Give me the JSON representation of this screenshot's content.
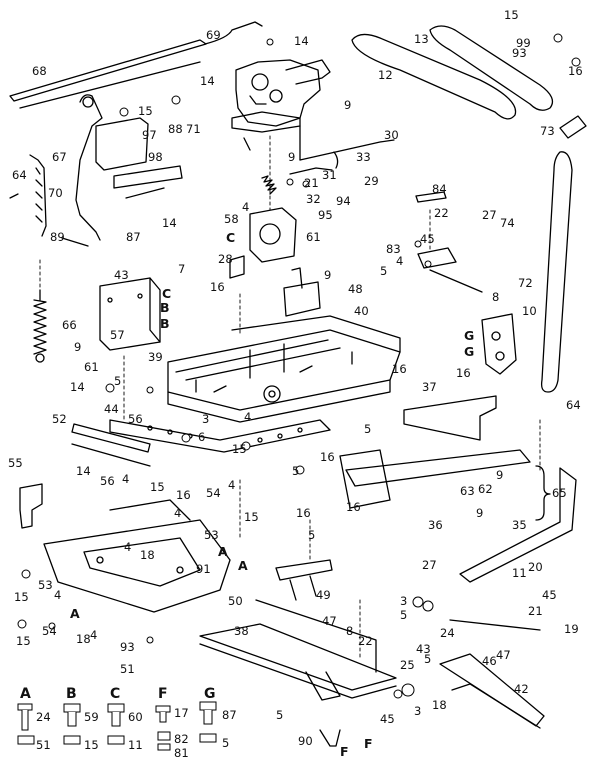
{
  "callouts": [
    {
      "id": "c69",
      "text": "69"
    },
    {
      "id": "c14a",
      "text": "14"
    },
    {
      "id": "c15a",
      "text": "15"
    },
    {
      "id": "c13",
      "text": "13"
    },
    {
      "id": "c99",
      "text": "99"
    },
    {
      "id": "c93a",
      "text": "93"
    },
    {
      "id": "c16a",
      "text": "16"
    },
    {
      "id": "c68",
      "text": "68"
    },
    {
      "id": "c12",
      "text": "12"
    },
    {
      "id": "c14b",
      "text": "14"
    },
    {
      "id": "c15b",
      "text": "15"
    },
    {
      "id": "c88",
      "text": "88"
    },
    {
      "id": "c71",
      "text": "71"
    },
    {
      "id": "c9a",
      "text": "9"
    },
    {
      "id": "c97",
      "text": "97"
    },
    {
      "id": "c30",
      "text": "30"
    },
    {
      "id": "c73",
      "text": "73"
    },
    {
      "id": "c67",
      "text": "67"
    },
    {
      "id": "c98",
      "text": "98"
    },
    {
      "id": "c9b",
      "text": "9"
    },
    {
      "id": "c33",
      "text": "33"
    },
    {
      "id": "c31",
      "text": "31"
    },
    {
      "id": "c21a",
      "text": "21"
    },
    {
      "id": "c29",
      "text": "29"
    },
    {
      "id": "c64a",
      "text": "64"
    },
    {
      "id": "c70",
      "text": "70"
    },
    {
      "id": "c84",
      "text": "84"
    },
    {
      "id": "c4a",
      "text": "4"
    },
    {
      "id": "c32",
      "text": "32"
    },
    {
      "id": "c94",
      "text": "94"
    },
    {
      "id": "c14c",
      "text": "14"
    },
    {
      "id": "c58",
      "text": "58"
    },
    {
      "id": "c95",
      "text": "95"
    },
    {
      "id": "c22a",
      "text": "22"
    },
    {
      "id": "c27a",
      "text": "27"
    },
    {
      "id": "c74",
      "text": "74"
    },
    {
      "id": "c89",
      "text": "89"
    },
    {
      "id": "c87a",
      "text": "87"
    },
    {
      "id": "cC1",
      "text": "C"
    },
    {
      "id": "c61a",
      "text": "61"
    },
    {
      "id": "c45a",
      "text": "45"
    },
    {
      "id": "c28",
      "text": "28"
    },
    {
      "id": "c9c",
      "text": "9"
    },
    {
      "id": "c83",
      "text": "83"
    },
    {
      "id": "c4b",
      "text": "4"
    },
    {
      "id": "c5a",
      "text": "5"
    },
    {
      "id": "c43a",
      "text": "43"
    },
    {
      "id": "c7",
      "text": "7"
    },
    {
      "id": "c72",
      "text": "72"
    },
    {
      "id": "cC2",
      "text": "C"
    },
    {
      "id": "cB1",
      "text": "B"
    },
    {
      "id": "c16b",
      "text": "16"
    },
    {
      "id": "c48",
      "text": "48"
    },
    {
      "id": "c8",
      "text": "8"
    },
    {
      "id": "cB2",
      "text": "B"
    },
    {
      "id": "c40",
      "text": "40"
    },
    {
      "id": "c10",
      "text": "10"
    },
    {
      "id": "c66",
      "text": "66"
    },
    {
      "id": "c57",
      "text": "57"
    },
    {
      "id": "cG1",
      "text": "G"
    },
    {
      "id": "c9d",
      "text": "9"
    },
    {
      "id": "cG2",
      "text": "G"
    },
    {
      "id": "c61b",
      "text": "61"
    },
    {
      "id": "c39",
      "text": "39"
    },
    {
      "id": "c16c",
      "text": "16"
    },
    {
      "id": "c14d",
      "text": "14"
    },
    {
      "id": "c5b",
      "text": "5"
    },
    {
      "id": "c37",
      "text": "37"
    },
    {
      "id": "c16d",
      "text": "16"
    },
    {
      "id": "c64b",
      "text": "64"
    },
    {
      "id": "c44",
      "text": "44"
    },
    {
      "id": "c52",
      "text": "52"
    },
    {
      "id": "c56a",
      "text": "56"
    },
    {
      "id": "c3a",
      "text": "3"
    },
    {
      "id": "c4c",
      "text": "4"
    },
    {
      "id": "c6",
      "text": "6"
    },
    {
      "id": "c15c",
      "text": "15"
    },
    {
      "id": "c5c",
      "text": "5"
    },
    {
      "id": "c16e",
      "text": "16"
    },
    {
      "id": "c9e",
      "text": "9"
    },
    {
      "id": "c55",
      "text": "55"
    },
    {
      "id": "c14e",
      "text": "14"
    },
    {
      "id": "c56b",
      "text": "56"
    },
    {
      "id": "c4d",
      "text": "4"
    },
    {
      "id": "c15d",
      "text": "15"
    },
    {
      "id": "c16f",
      "text": "16"
    },
    {
      "id": "c5d",
      "text": "5"
    },
    {
      "id": "c63",
      "text": "63"
    },
    {
      "id": "c62",
      "text": "62"
    },
    {
      "id": "c65",
      "text": "65"
    },
    {
      "id": "c54a",
      "text": "54"
    },
    {
      "id": "c4e",
      "text": "4"
    },
    {
      "id": "c16g",
      "text": "16"
    },
    {
      "id": "c4f",
      "text": "4"
    },
    {
      "id": "c15e",
      "text": "15"
    },
    {
      "id": "c53a",
      "text": "53"
    },
    {
      "id": "c9f",
      "text": "9"
    },
    {
      "id": "c35",
      "text": "35"
    },
    {
      "id": "c36",
      "text": "36"
    },
    {
      "id": "c16h",
      "text": "16"
    },
    {
      "id": "c5e",
      "text": "5"
    },
    {
      "id": "c4g",
      "text": "4"
    },
    {
      "id": "c18a",
      "text": "18"
    },
    {
      "id": "c91",
      "text": "91"
    },
    {
      "id": "cA1",
      "text": "A"
    },
    {
      "id": "cA2",
      "text": "A"
    },
    {
      "id": "c20",
      "text": "20"
    },
    {
      "id": "c27b",
      "text": "27"
    },
    {
      "id": "c11",
      "text": "11"
    },
    {
      "id": "c15f",
      "text": "15"
    },
    {
      "id": "c53b",
      "text": "53"
    },
    {
      "id": "c4h",
      "text": "4"
    },
    {
      "id": "c50",
      "text": "50"
    },
    {
      "id": "c49",
      "text": "49"
    },
    {
      "id": "c3b",
      "text": "3"
    },
    {
      "id": "c5f",
      "text": "5"
    },
    {
      "id": "c45b",
      "text": "45"
    },
    {
      "id": "c21b",
      "text": "21"
    },
    {
      "id": "cA3",
      "text": "A"
    },
    {
      "id": "c54b",
      "text": "54"
    },
    {
      "id": "c4i",
      "text": "4"
    },
    {
      "id": "c15g",
      "text": "15"
    },
    {
      "id": "c18b",
      "text": "18"
    },
    {
      "id": "c47a",
      "text": "47"
    },
    {
      "id": "c8b",
      "text": "8"
    },
    {
      "id": "c22b",
      "text": "22"
    },
    {
      "id": "c24a",
      "text": "24"
    },
    {
      "id": "c19",
      "text": "19"
    },
    {
      "id": "c93b",
      "text": "93"
    },
    {
      "id": "c38",
      "text": "38"
    },
    {
      "id": "c43b",
      "text": "43"
    },
    {
      "id": "c46",
      "text": "46"
    },
    {
      "id": "c47b",
      "text": "47"
    },
    {
      "id": "c51",
      "text": "51"
    },
    {
      "id": "c25",
      "text": "25"
    },
    {
      "id": "c5g",
      "text": "5"
    },
    {
      "id": "c42",
      "text": "42"
    },
    {
      "id": "c18c",
      "text": "18"
    },
    {
      "id": "c3c",
      "text": "3"
    },
    {
      "id": "c45c",
      "text": "45"
    },
    {
      "id": "c5h",
      "text": "5"
    },
    {
      "id": "c90",
      "text": "90"
    },
    {
      "id": "cF1",
      "text": "F"
    },
    {
      "id": "cF2",
      "text": "F"
    }
  ],
  "hardware_legend": [
    {
      "letter": "A",
      "bolt": "24",
      "nut": "51"
    },
    {
      "letter": "B",
      "bolt": "59",
      "nut": "15"
    },
    {
      "letter": "C",
      "bolt": "60",
      "nut": "11"
    },
    {
      "letter": "F",
      "bolt": "17",
      "nut": "82",
      "extra": "81"
    },
    {
      "letter": "G",
      "bolt": "87",
      "nut": "5"
    }
  ]
}
